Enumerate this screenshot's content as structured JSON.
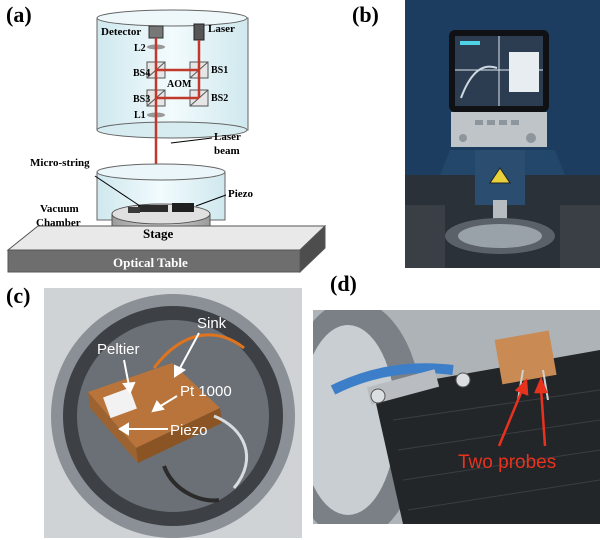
{
  "panels": {
    "a": {
      "label": "(a)",
      "detector": "Detector",
      "laser": "Laser",
      "l2": "L2",
      "l1": "L1",
      "bs4": "BS4",
      "bs3": "BS3",
      "bs2": "BS2",
      "bs1": "BS1",
      "aom": "AOM",
      "laser_beam_1": "Laser",
      "laser_beam_2": "beam",
      "micro_string": "Micro-string",
      "piezo": "Piezo",
      "vacuum_1": "Vacuum",
      "vacuum_2": "Chamber",
      "stage": "Stage",
      "optical_table": "Optical Table"
    },
    "b": {
      "label": "(b)"
    },
    "c": {
      "label": "(c)",
      "sink": "Sink",
      "peltier": "Peltier",
      "pt1000": "Pt 1000",
      "piezo": "Piezo"
    },
    "d": {
      "label": "(d)",
      "two_probes": "Two probes"
    }
  },
  "colors": {
    "laser_beam": "#c0392b",
    "annotation_red": "#e8321e",
    "chamber_fill": "#dff0f4"
  }
}
